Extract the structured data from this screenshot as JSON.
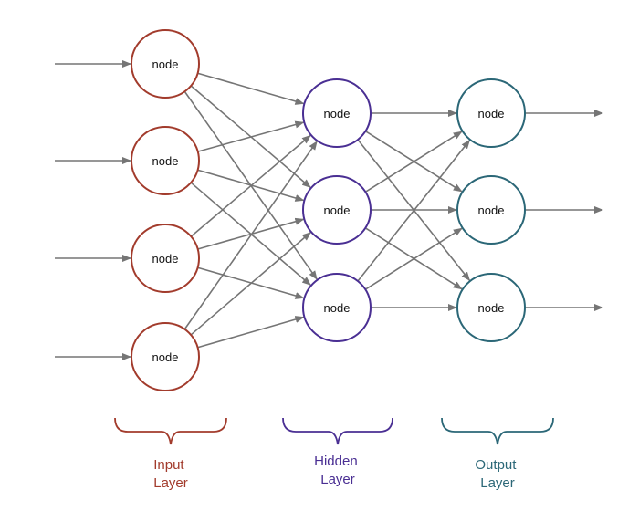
{
  "colors": {
    "input": "#a23b2c",
    "hidden": "#4a2f93",
    "output": "#2b6777",
    "edge": "#757575"
  },
  "layers": [
    {
      "key": "input",
      "name_line1": "Input",
      "name_line2": "Layer",
      "nodes": [
        "node",
        "node",
        "node",
        "node"
      ],
      "has_input_arrows": true
    },
    {
      "key": "hidden",
      "name_line1": "Hidden",
      "name_line2": "Layer",
      "nodes": [
        "node",
        "node",
        "node"
      ]
    },
    {
      "key": "output",
      "name_line1": "Output",
      "name_line2": "Layer",
      "nodes": [
        "node",
        "node",
        "node"
      ],
      "has_output_arrows": true
    }
  ],
  "connections": "fully-connected"
}
